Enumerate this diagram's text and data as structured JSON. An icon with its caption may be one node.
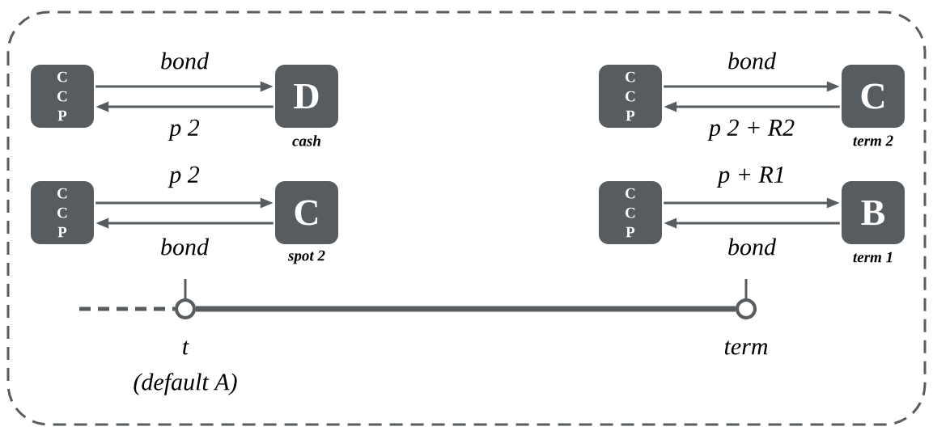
{
  "diagram": {
    "nodes": [
      {
        "text": [
          "C C P"
        ]
      },
      {
        "text": [
          "D"
        ],
        "beside": [
          "cash"
        ]
      },
      {
        "text": [
          "C C P"
        ]
      },
      {
        "text": [
          "C"
        ],
        "beside": [
          "spot 2"
        ]
      },
      {
        "text": [
          "C C P"
        ]
      },
      {
        "text": [
          "C"
        ],
        "beside": [
          "term 2"
        ]
      },
      {
        "text": [
          "C C P"
        ]
      },
      {
        "text": [
          "B"
        ],
        "beside": [
          "term 1"
        ]
      },
      {
        "text": [],
        "shape": "circle",
        "beside": [
          "t",
          "(default A)"
        ]
      },
      {
        "text": [],
        "shape": "circle",
        "beside": [
          "term"
        ]
      }
    ],
    "edges": [
      {
        "from": 0,
        "to": 1,
        "arrow": "to",
        "label": "bond"
      },
      {
        "from": 1,
        "to": 0,
        "arrow": "to",
        "label": "p 2"
      },
      {
        "from": 2,
        "to": 3,
        "arrow": "to",
        "label": "p 2"
      },
      {
        "from": 3,
        "to": 2,
        "arrow": "to",
        "label": "bond"
      },
      {
        "from": 4,
        "to": 5,
        "arrow": "to",
        "label": "bond"
      },
      {
        "from": 5,
        "to": 4,
        "arrow": "to",
        "label": "p 2 + R2"
      },
      {
        "from": 6,
        "to": 7,
        "arrow": "to",
        "label": "p + R1"
      },
      {
        "from": 7,
        "to": 6,
        "arrow": "to",
        "label": "bond"
      },
      {
        "from": 8,
        "to": 9,
        "arrow": "none",
        "style": "thick"
      },
      {
        "from": null,
        "to": 8,
        "arrow": "none",
        "style": "dashed"
      }
    ]
  }
}
